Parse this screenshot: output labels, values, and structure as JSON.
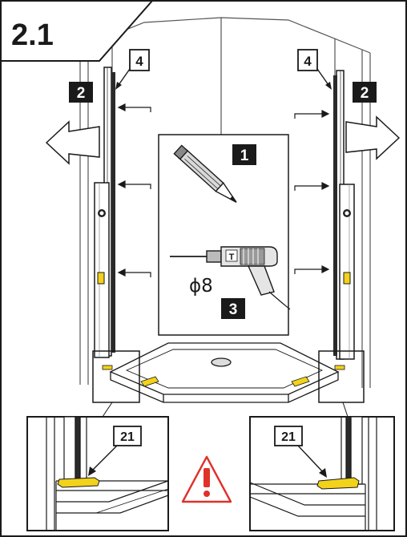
{
  "step": {
    "number": "2.1"
  },
  "callouts": {
    "left_top": "4",
    "right_top": "4",
    "left_move": "2",
    "right_move": "2",
    "pencil": "1",
    "drill": "3",
    "left_detail": "21",
    "right_detail": "21"
  },
  "drill": {
    "bit_size": "ϕ8",
    "chuck_letter": "T"
  },
  "icons": {
    "pencil": "pencil-icon",
    "drill": "drill-icon",
    "warning": "warning-icon",
    "level": "spirit-level-icon"
  },
  "colors": {
    "line": "#1a1a1a",
    "badge_bg": "#1a1a1a",
    "badge_text": "#ffffff",
    "shim": "#f2d21a",
    "warning": "#e0302a",
    "wall_gray": "#777777"
  }
}
